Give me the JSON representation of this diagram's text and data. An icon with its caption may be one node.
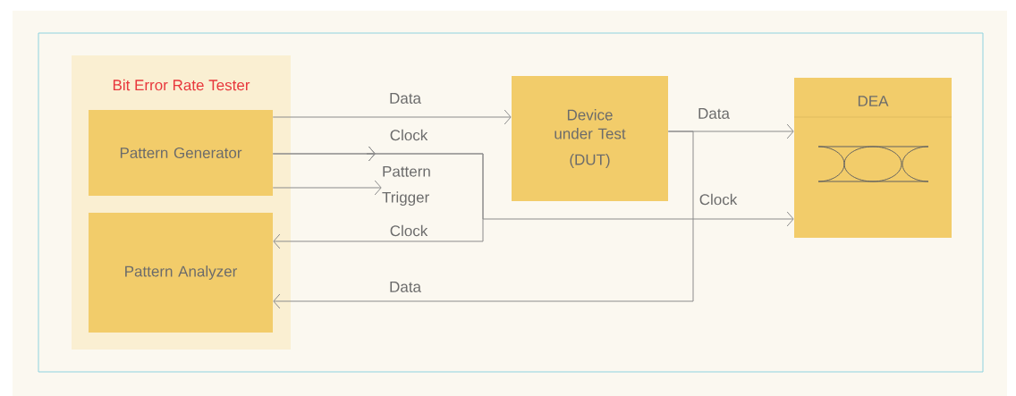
{
  "diagram": {
    "nodes": [
      {
        "text": [
          "Bit Error Rate Tester"
        ]
      },
      {
        "text": [
          "Pattern Generator"
        ],
        "in": 0
      },
      {
        "text": [
          "Pattern Analyzer"
        ],
        "in": 0
      },
      {
        "text": [
          "Device under Test",
          "(DUT)"
        ]
      },
      {
        "text": [
          "DEA"
        ]
      },
      {
        "text": [
          "Pattern Trigger"
        ]
      }
    ],
    "edges": [
      {
        "from": 1,
        "to": 3,
        "arrow": "to",
        "label": "Data"
      },
      {
        "from": 1,
        "to": 4,
        "arrow": "to",
        "label": "Clock"
      },
      {
        "from": 1,
        "to": 2,
        "arrow": "to",
        "label": "Clock"
      },
      {
        "from": 1,
        "to": 5,
        "arrow": "to"
      },
      {
        "from": 3,
        "to": 4,
        "arrow": "to",
        "label": "Data"
      },
      {
        "from": 3,
        "to": 2,
        "arrow": "to",
        "label": "Data"
      }
    ],
    "labels": [
      "Clock"
    ]
  }
}
